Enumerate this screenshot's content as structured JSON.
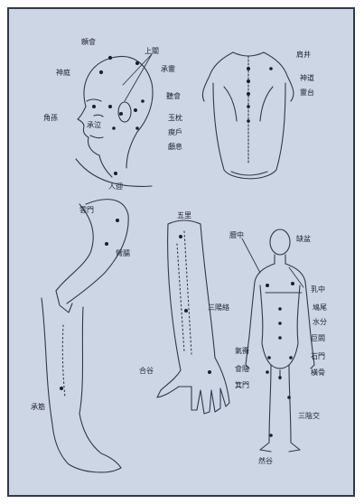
{
  "labels": {
    "head": [
      "顖會",
      "神庭",
      "上關",
      "承靈",
      "角孫",
      "承泣",
      "聽會",
      "玉枕",
      "瘈戶",
      "顱息",
      "人迎"
    ],
    "back": [
      "肩井",
      "神道",
      "靈台"
    ],
    "arm_side": [
      "雲門",
      "臂臑"
    ],
    "forearm": [
      "五里",
      "三陽絡",
      "合谷"
    ],
    "body": [
      "膻中",
      "缺盆",
      "乳中",
      "鳩尾",
      "水分",
      "巨闕",
      "氣衝",
      "石門",
      "會陰",
      "橫骨",
      "箕門",
      "三陰交",
      "然谷"
    ],
    "leg": [
      "承筋"
    ]
  },
  "colors": {
    "paper": "#cdd6e4",
    "ink": "#30394b",
    "dot": "#1a1f2c"
  }
}
